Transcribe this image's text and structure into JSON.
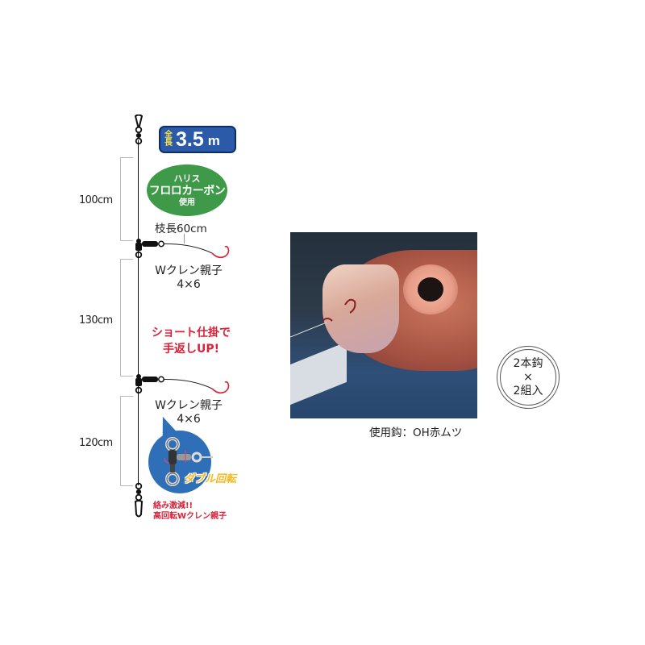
{
  "rig": {
    "total_length": {
      "prefix": [
        "全",
        "長"
      ],
      "value": "3.5",
      "unit": "m",
      "bg_color": "#2a5aa8",
      "prefix_color": "#f4e24a"
    },
    "leader_badge": {
      "line1": "ハリス",
      "line2": "フロロカーボン",
      "line3": "使用",
      "bg_color": "#3e9a48"
    },
    "branch_length": "枝長60cm",
    "segments": [
      {
        "label": "100cm"
      },
      {
        "label": "130cm"
      },
      {
        "label": "120cm"
      }
    ],
    "swivel_1": {
      "line1": "Wクレン親子",
      "line2": "4×6"
    },
    "swivel_2": {
      "line1": "Wクレン親子",
      "line2": "4×6"
    },
    "promo": {
      "line1": "ショート仕掛で",
      "line2": "手返しUP!",
      "color": "#d8233a"
    },
    "detail": {
      "rotation_label": "ダブル回転",
      "note_line1": "絡み激減!!",
      "note_line2": "高回転Wクレン親子"
    }
  },
  "photo": {
    "alt": "赤ムツ (Akamutsu fish) hooked in mouth",
    "caption": "使用鈎：OH赤ムツ"
  },
  "package_badge": {
    "line1": "2本鈎",
    "line2": "×",
    "line3": "2組入"
  }
}
